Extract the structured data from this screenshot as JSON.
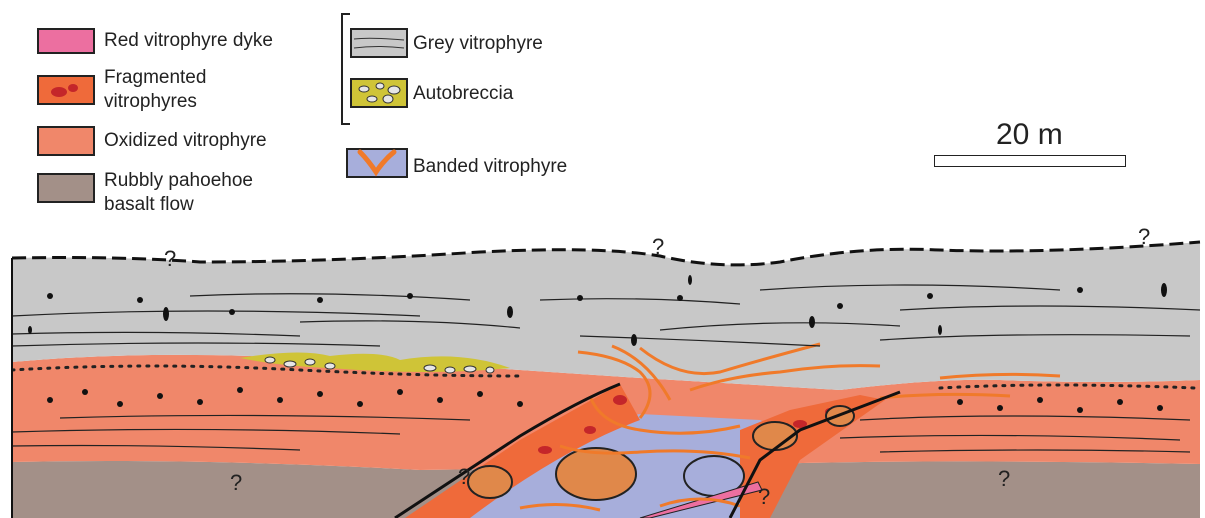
{
  "legend": {
    "items": [
      {
        "id": "red-vitrophyre-dyke",
        "label": "Red vitrophyre dyke",
        "color": "#ec6fa0"
      },
      {
        "id": "fragmented-vitrophyres",
        "label_line1": "Fragmented",
        "label_line2": "vitrophyres",
        "color": "#ef6a3a",
        "fragment_color": "#c4262a"
      },
      {
        "id": "oxidized-vitrophyre",
        "label": "Oxidized vitrophyre",
        "color": "#f0876a"
      },
      {
        "id": "rubbly-pahoehoe",
        "label_line1": "Rubbly pahoehoe",
        "label_line2": "basalt flow",
        "color": "#a39088"
      },
      {
        "id": "grey-vitrophyre",
        "label": "Grey vitrophyre",
        "color": "#c8c8c8"
      },
      {
        "id": "autobreccia",
        "label": "Autobreccia",
        "color": "#cfc437"
      },
      {
        "id": "banded-vitrophyre",
        "label": "Banded vitrophyre",
        "color": "#a7aedb",
        "band_color": "#f07a2a"
      }
    ]
  },
  "scale_bar": {
    "label": "20 m"
  },
  "section": {
    "unknown_marker": "?",
    "colors": {
      "grey": "#c8c8c8",
      "oxidized": "#f0876a",
      "fragmented": "#ef6a3a",
      "fragment": "#c4262a",
      "basalt": "#a39088",
      "autobreccia": "#cfc437",
      "banded": "#a7aedb",
      "band": "#f07a2a",
      "dyke": "#ec6fa0",
      "clast": "#e0884a"
    }
  }
}
